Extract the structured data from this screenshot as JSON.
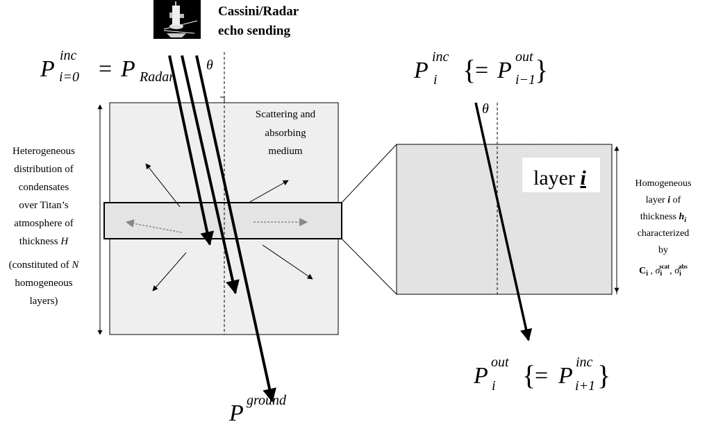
{
  "header": {
    "satellite_icon": "cassini-spacecraft-icon",
    "caption_line1": "Cassini/Radar",
    "caption_line2": "echo sending"
  },
  "formulas": {
    "p_inc_0": {
      "base": "P",
      "sup": "inc",
      "sub": "i=0",
      "eq": "=",
      "rhs_base": "P",
      "rhs_sub": "Radar"
    },
    "p_inc_i": {
      "base": "P",
      "sup": "inc",
      "sub": "i",
      "open": "{",
      "eq": "=",
      "rhs_base": "P",
      "rhs_sup": "out",
      "rhs_sub": "i−1",
      "close": "}"
    },
    "p_out_i": {
      "base": "P",
      "sup": "out",
      "sub": "i",
      "open": "{",
      "eq": "=",
      "rhs_base": "P",
      "rhs_sup": "inc",
      "rhs_sub": "i+1",
      "close": "}"
    },
    "p_ground": {
      "base": "P",
      "sup": "ground"
    },
    "theta_left": "θ",
    "theta_right": "θ"
  },
  "left_panel": {
    "medium_lines": [
      "Scattering and",
      "absorbing",
      "medium"
    ],
    "description_lines": [
      "Heterogeneous",
      "distribution of",
      "condensates",
      "over Titan’s",
      "atmosphere of"
    ],
    "thickness_prefix": "thickness ",
    "thickness_symbol": "H",
    "constituted_prefix": "(constituted of ",
    "constituted_symbol": "N",
    "constituted_lines": [
      "homogeneous",
      "layers)"
    ]
  },
  "right_panel": {
    "layer_word": "layer ",
    "layer_index": "i",
    "desc_line1": "Homogeneous",
    "desc_line2_a": "layer ",
    "desc_line2_b": "i",
    "desc_line2_c": " of",
    "desc_line3_a": "thickness ",
    "desc_line3_b": "h",
    "desc_line3_c": "i",
    "desc_line4": "characterized",
    "desc_line5": "by",
    "param_c": "C",
    "param_c_sub": "i",
    "sep1": " , ",
    "param_sigma": "σ",
    "param_scat_sub": "i",
    "param_scat_sup": "scat",
    "sep2": ", ",
    "param_abs_sub": "i",
    "param_abs_sup": "abs"
  },
  "colors": {
    "box_fill": "#efefef",
    "layer_fill": "#e4e4e4",
    "zoom_fill": "#e2e2e2",
    "stroke": "#000000"
  }
}
